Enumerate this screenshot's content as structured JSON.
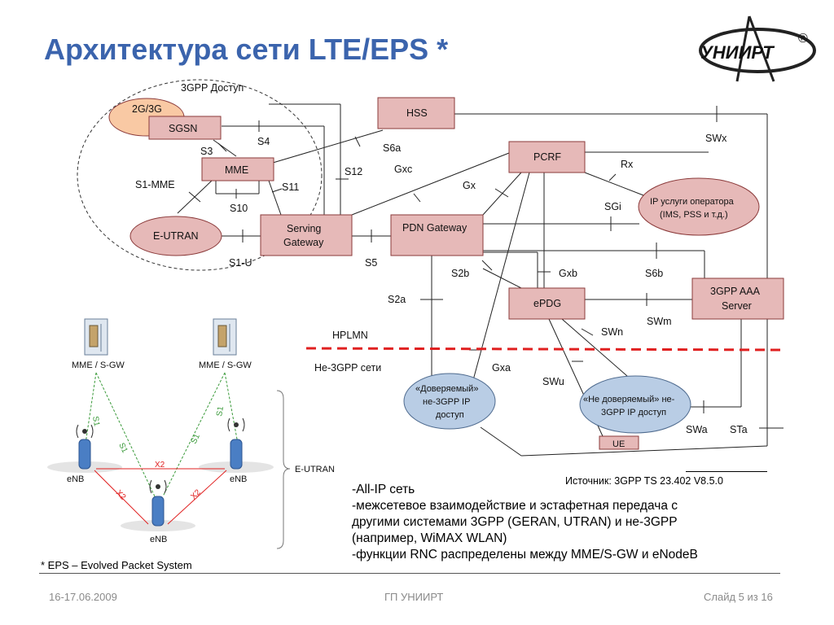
{
  "slide": {
    "title": "Архитектура сети LTE/EPS *",
    "logo_text": "УНИИРТ",
    "logo_mark": "®",
    "source": "Источник: 3GPP TS 23.402 V8.5.0",
    "bullets": [
      "-All-IP сеть",
      "-межсетевое взаимодействие и эстафетная передача с",
      "другими системами 3GPP (GERAN, UTRAN) и не-3GPP",
      "(например, WiMAX WLAN)",
      "-функции RNC распределены между MME/S-GW и eNodeB"
    ],
    "footnote": "* EPS – Evolved Packet System",
    "footer": {
      "date": "16-17.06.2009",
      "org": "ГП УНИИРТ",
      "slide_num": "Слайд 5 из 16"
    }
  },
  "diagram": {
    "access_group_label": "3GPP Доступ",
    "nodes": {
      "g2g3": "2G/3G",
      "sgsn": "SGSN",
      "mme": "MME",
      "eutran": "E-UTRAN",
      "sgw": [
        "Serving",
        "Gateway"
      ],
      "pgw": "PDN Gateway",
      "hss": "HSS",
      "pcrf": "PCRF",
      "ip_services": [
        "IP услуги оператора",
        "(IMS, PSS и т.д.)"
      ],
      "epdg": "ePDG",
      "aaa": [
        "3GPP AAA",
        "Server"
      ],
      "trusted": [
        "«Доверяемый»",
        "не-3GPP IP",
        "доступ"
      ],
      "untrusted": [
        "«Не доверяемый» не-",
        "3GPP IP доступ"
      ],
      "ue": "UE"
    },
    "interfaces": {
      "s4": "S4",
      "s3": "S3",
      "s1mme": "S1-MME",
      "s11": "S11",
      "s10": "S10",
      "s1u": "S1-U",
      "s5": "S5",
      "s12": "S12",
      "s6a": "S6a",
      "gxc": "Gxc",
      "gx": "Gx",
      "rx": "Rx",
      "sgi": "SGi",
      "swx": "SWx",
      "s2b": "S2b",
      "gxb": "Gxb",
      "s6b": "S6b",
      "s2a": "S2a",
      "swm": "SWm",
      "swn": "SWn",
      "gxa": "Gxa",
      "swu": "SWu",
      "swa": "SWa",
      "sta": "STa"
    },
    "zones": {
      "hplmn": "HPLMN",
      "non3gpp": "Не-3GPP сети"
    },
    "colors": {
      "node_fill": "#e6b9b8",
      "node_border": "#8b3a3a",
      "ellipse_fill": "#b9cde5",
      "g2g3_fill": "#f9c9a4",
      "divider": "#e02020",
      "title": "#3b64ad"
    }
  },
  "eutran_diagram": {
    "mme_sgw_left": "MME / S-GW",
    "mme_sgw_right": "MME / S-GW",
    "enb_left": "eNB",
    "enb_right": "eNB",
    "enb_bottom": "eNB",
    "s1_label": "S1",
    "x2_label": "X2",
    "eutran_label": "E-UTRAN"
  }
}
